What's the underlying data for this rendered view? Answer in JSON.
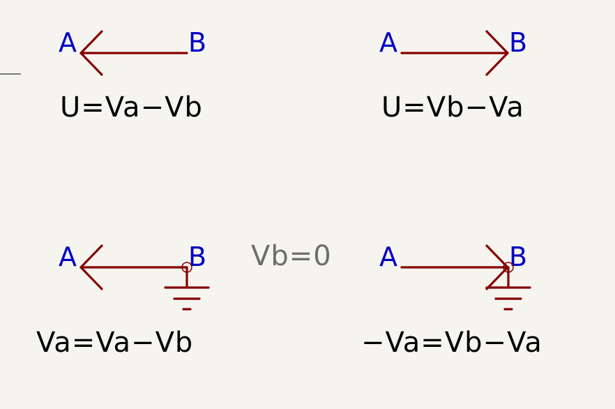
{
  "panels": [
    {
      "node_a": "A",
      "node_b": "B",
      "equation": "U=Va−Vb"
    },
    {
      "node_a": "A",
      "node_b": "B",
      "equation": "U=Vb−Va"
    },
    {
      "node_a": "A",
      "node_b": "B",
      "equation": "Va=Va−Vb"
    },
    {
      "node_a": "A",
      "node_b": "B",
      "equation": "−Va=Vb−Va"
    }
  ],
  "reference_note": "Vb=0",
  "colors": {
    "background": "#f5f4ef",
    "wire": "#840000",
    "node_label": "#0000c4",
    "equation_text": "#000000",
    "note_text": "#6e6e6e"
  }
}
